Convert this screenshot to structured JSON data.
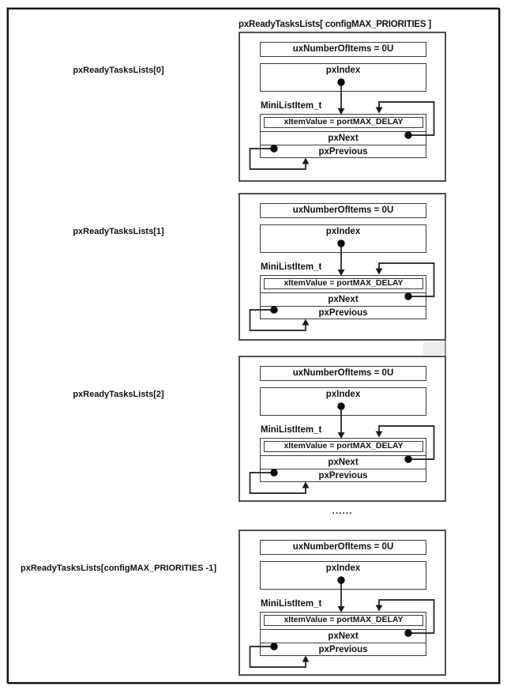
{
  "diagram": {
    "title": "pxReadyTasksLists[ configMAX_PRIORITIES ]",
    "ellipsis": "......",
    "colors": {
      "background": "#ffffff",
      "frame_border": "#121212",
      "block_border": "#4f4f4f",
      "box_border": "#3b3b3b",
      "wire": "#1a1a1a",
      "text": "#111111",
      "artifact_gray": "#ececec"
    }
  },
  "blocks": [
    {
      "label": "pxReadyTasksLists[0]",
      "num_items": "uxNumberOfItems = 0U",
      "index_field": "pxIndex",
      "mini_item_type": "MiniListItem_t",
      "item_value": "xItemValue = portMAX_DELAY",
      "next_field": "pxNext",
      "prev_field": "pxPrevious"
    },
    {
      "label": "pxReadyTasksLists[1]",
      "num_items": "uxNumberOfItems = 0U",
      "index_field": "pxIndex",
      "mini_item_type": "MiniListItem_t",
      "item_value": "xItemValue = portMAX_DELAY",
      "next_field": "pxNext",
      "prev_field": "pxPrevious"
    },
    {
      "label": "pxReadyTasksLists[2]",
      "num_items": "uxNumberOfItems = 0U",
      "index_field": "pxIndex",
      "mini_item_type": "MiniListItem_t",
      "item_value": "xItemValue = portMAX_DELAY",
      "next_field": "pxNext",
      "prev_field": "pxPrevious"
    },
    {
      "label": "pxReadyTasksLists[configMAX_PRIORITIES -1]",
      "num_items": "uxNumberOfItems = 0U",
      "index_field": "pxIndex",
      "mini_item_type": "MiniListItem_t",
      "item_value": "xItemValue = portMAX_DELAY",
      "next_field": "pxNext",
      "prev_field": "pxPrevious"
    }
  ]
}
